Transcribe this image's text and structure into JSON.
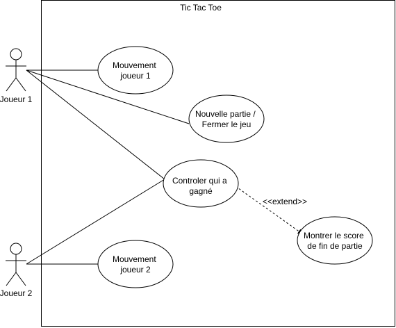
{
  "system": {
    "title": "Tic Tac Toe"
  },
  "actors": {
    "player1": {
      "label": "Joueur 1"
    },
    "player2": {
      "label": "Joueur 2"
    }
  },
  "use_cases": {
    "move1": {
      "lines": [
        "Mouvement",
        "joueur 1"
      ]
    },
    "new_game": {
      "lines": [
        "Nouvelle partie /",
        "Fermer le jeu"
      ]
    },
    "check_winner": {
      "lines": [
        "Controler qui a",
        "gagné"
      ]
    },
    "show_score": {
      "lines": [
        "Montrer le score",
        "de fin de partie"
      ]
    },
    "move2": {
      "lines": [
        "Mouvement",
        "joueur 2"
      ]
    }
  },
  "relations": {
    "extend_label": "<<extend>>"
  }
}
